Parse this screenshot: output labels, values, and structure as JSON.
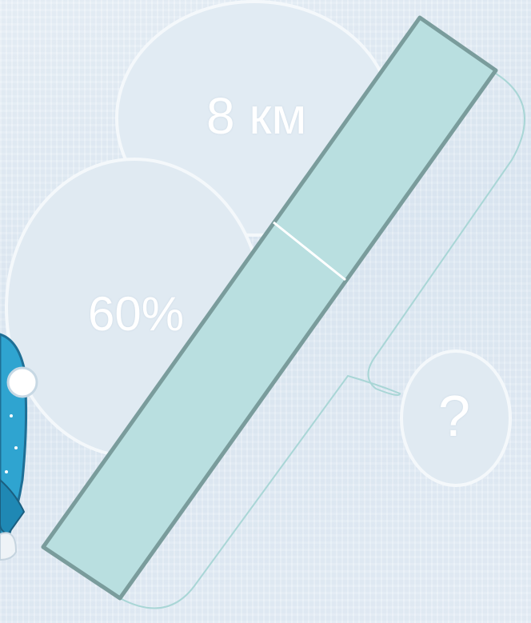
{
  "labels": {
    "whole": "8 км",
    "part": "60%",
    "unknown": "?"
  },
  "colors": {
    "bar_fill": "#b9dfe0",
    "bar_stroke": "#7a9c9c",
    "bubble_fill": "#e1ebf3",
    "bubble_stroke": "#f4f8fb"
  },
  "diagram": {
    "part_percent": 60
  }
}
